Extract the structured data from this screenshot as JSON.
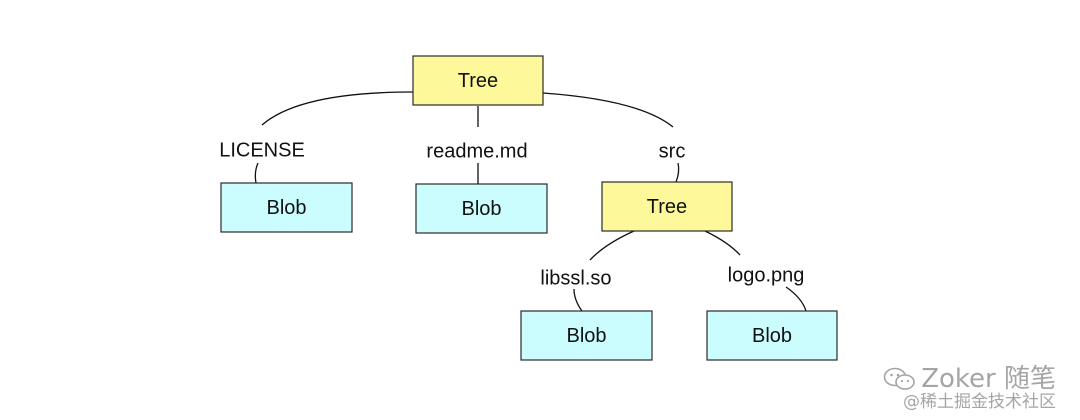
{
  "diagram": {
    "nodes": [
      {
        "id": "root",
        "kind": "tree",
        "label": "Tree"
      },
      {
        "id": "license-blob",
        "kind": "blob",
        "label": "Blob"
      },
      {
        "id": "readme-blob",
        "kind": "blob",
        "label": "Blob"
      },
      {
        "id": "src-tree",
        "kind": "tree",
        "label": "Tree"
      },
      {
        "id": "libssl-blob",
        "kind": "blob",
        "label": "Blob"
      },
      {
        "id": "logo-blob",
        "kind": "blob",
        "label": "Blob"
      }
    ],
    "edges": [
      {
        "from": "root",
        "to": "license-blob",
        "label": "LICENSE"
      },
      {
        "from": "root",
        "to": "readme-blob",
        "label": "readme.md"
      },
      {
        "from": "root",
        "to": "src-tree",
        "label": "src"
      },
      {
        "from": "src-tree",
        "to": "libssl-blob",
        "label": "libssl.so"
      },
      {
        "from": "src-tree",
        "to": "logo-blob",
        "label": "logo.png"
      }
    ],
    "colors": {
      "tree_fill": "#fdf99b",
      "blob_fill": "#ccfdfe",
      "stroke": "#2b2b2b",
      "watermark": "#a5a5a5"
    }
  },
  "watermark": {
    "brand": "Zoker 随笔",
    "sub": "@稀土掘金技术社区",
    "icon": "wechat-icon"
  }
}
